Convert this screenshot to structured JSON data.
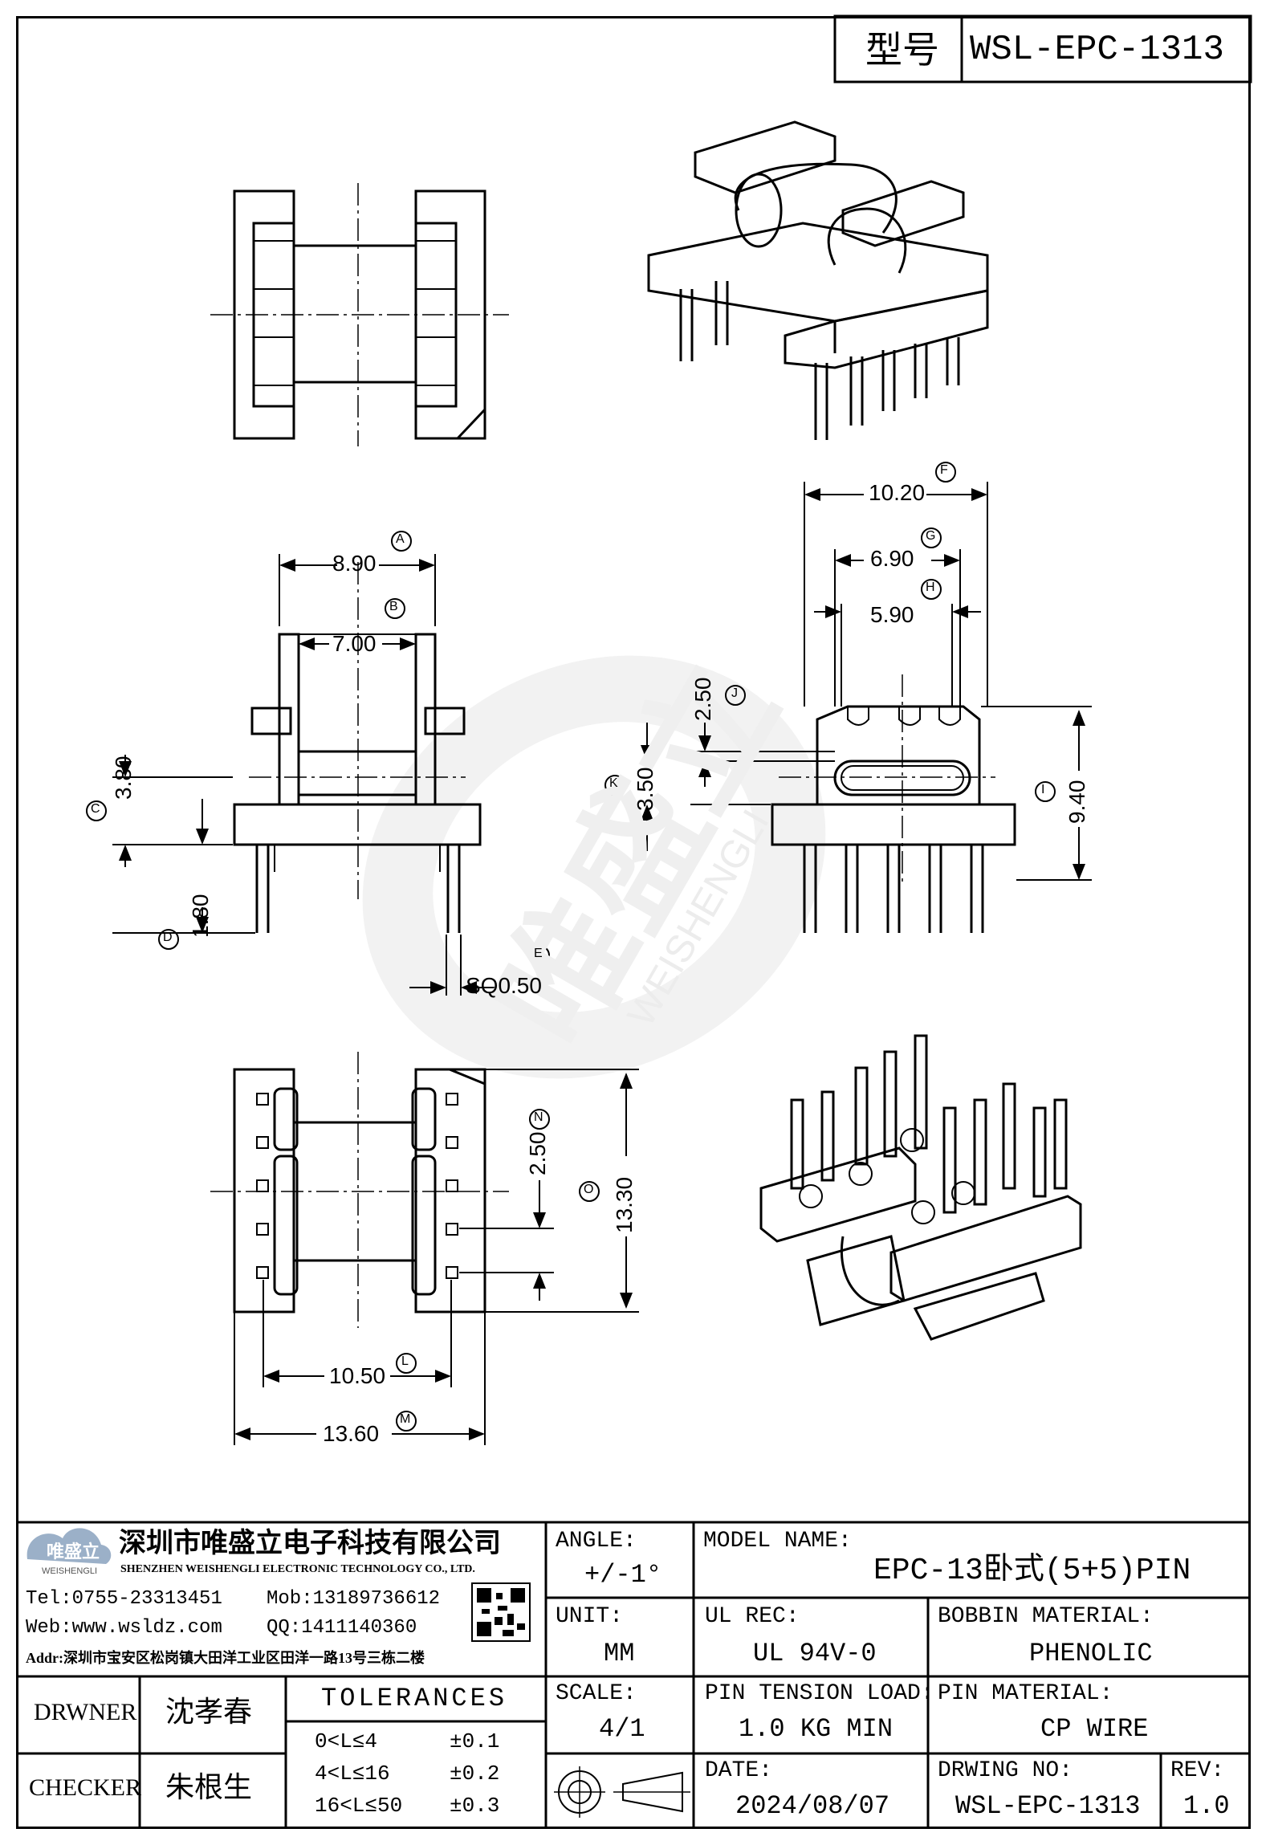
{
  "header": {
    "model_label": "型号",
    "model_code": "WSL-EPC-1313"
  },
  "watermark": {
    "brand_cn": "唯盛立",
    "brand_en": "WEISHENGLI"
  },
  "dimensions": {
    "A": {
      "ref": "A",
      "value": "8.90"
    },
    "B": {
      "ref": "B",
      "value": "7.00"
    },
    "C": {
      "ref": "C",
      "value": "3.80"
    },
    "D": {
      "ref": "D",
      "value": "1.80"
    },
    "E": {
      "ref": "E",
      "value": "SQ0.50"
    },
    "F": {
      "ref": "F",
      "value": "10.20"
    },
    "G": {
      "ref": "G",
      "value": "6.90"
    },
    "H": {
      "ref": "H",
      "value": "5.90"
    },
    "I": {
      "ref": "I",
      "value": "9.40"
    },
    "J": {
      "ref": "J",
      "value": "2.50"
    },
    "K": {
      "ref": "K",
      "value": "3.50"
    },
    "L": {
      "ref": "L",
      "value": "10.50"
    },
    "M": {
      "ref": "M",
      "value": "13.60"
    },
    "N": {
      "ref": "N",
      "value": "2.50"
    },
    "O": {
      "ref": "O",
      "value": "13.30"
    }
  },
  "company": {
    "logo_text": "唯盛立",
    "logo_sub": "WEISHENGLI",
    "name_cn": "深圳市唯盛立电子科技有限公司",
    "name_en": "SHENZHEN WEISHENGLI ELECTRONIC TECHNOLOGY CO., LTD.",
    "tel": "Tel:0755-23313451",
    "mob": "Mob:13189736612",
    "web": "Web:www.wsldz.com",
    "qq": "QQ:1411140360",
    "addr": "Addr:深圳市宝安区松岗镇大田洋工业区田洋一路13号三栋二楼"
  },
  "title_block": {
    "angle_label": "ANGLE:",
    "angle_value": "+/-1°",
    "model_name_label": "MODEL NAME:",
    "model_name_value": "EPC-13卧式(5+5)PIN",
    "unit_label": "UNIT:",
    "unit_value": "MM",
    "ul_label": "UL REC:",
    "ul_value": "UL 94V-0",
    "bobbin_label": "BOBBIN MATERIAL:",
    "bobbin_value": "PHENOLIC",
    "scale_label": "SCALE:",
    "scale_value": "4/1",
    "pin_tension_label": "PIN TENSION LOAD:",
    "pin_tension_value": "1.0 KG MIN",
    "pin_material_label": "PIN MATERIAL:",
    "pin_material_value": "CP WIRE",
    "date_label": "DATE:",
    "date_value": "2024/08/07",
    "drawing_no_label": "DRWING NO:",
    "drawing_no_value": "WSL-EPC-1313",
    "rev_label": "REV:",
    "rev_value": "1.0",
    "drawer_label": "DRWNER",
    "drawer_name": "沈孝春",
    "checker_label": "CHECKER",
    "checker_name": "朱根生",
    "tolerances_title": "TOLERANCES",
    "tolerances": [
      {
        "range": "0<L≤4",
        "tol": "±0.1"
      },
      {
        "range": "4<L≤16",
        "tol": "±0.2"
      },
      {
        "range": "16<L≤50",
        "tol": "±0.3"
      }
    ]
  }
}
